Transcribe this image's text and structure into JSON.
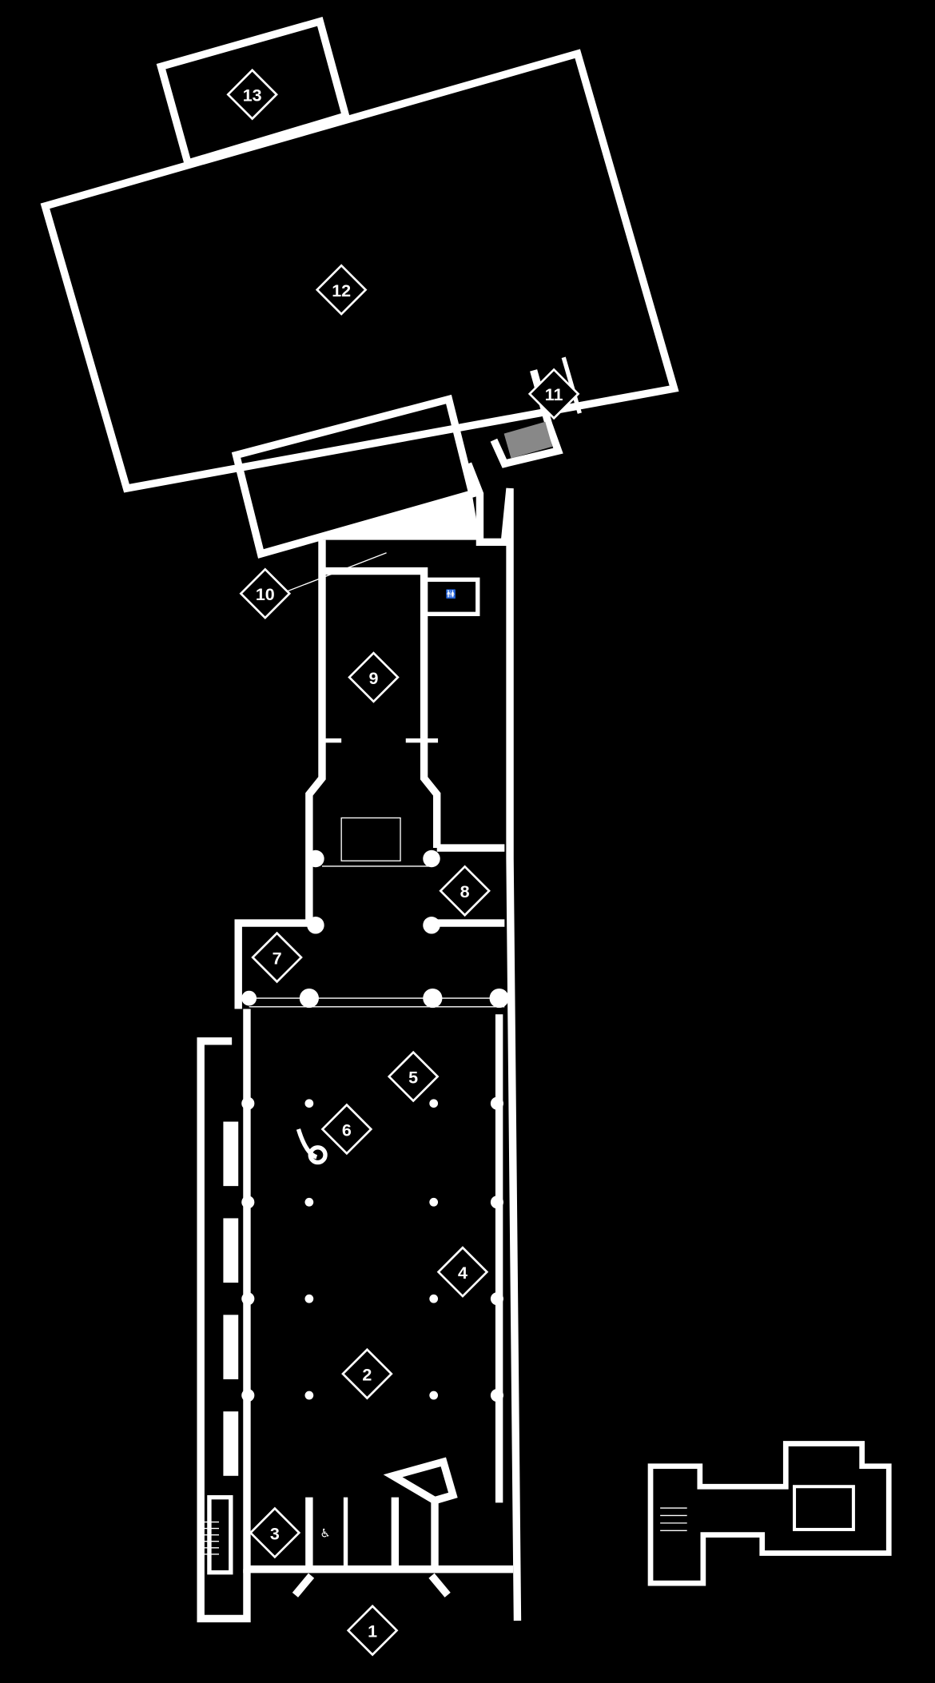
{
  "title": "Floor plan",
  "colors": {
    "background": "#000000",
    "walls": "#ffffff"
  },
  "markers": [
    {
      "id": "1",
      "label": "1"
    },
    {
      "id": "2",
      "label": "2"
    },
    {
      "id": "3",
      "label": "3"
    },
    {
      "id": "4",
      "label": "4"
    },
    {
      "id": "5",
      "label": "5"
    },
    {
      "id": "6",
      "label": "6"
    },
    {
      "id": "7",
      "label": "7"
    },
    {
      "id": "8",
      "label": "8"
    },
    {
      "id": "9",
      "label": "9"
    },
    {
      "id": "10",
      "label": "10"
    },
    {
      "id": "11",
      "label": "11"
    },
    {
      "id": "12",
      "label": "12"
    },
    {
      "id": "13",
      "label": "13"
    }
  ],
  "icons": [
    "restroom-icon",
    "accessible-elevator-icon",
    "spiral-stair-icon",
    "stairs-icon"
  ]
}
